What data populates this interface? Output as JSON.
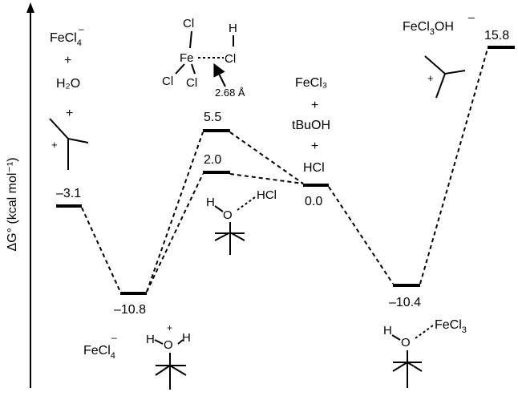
{
  "axis": {
    "label": "ΔG° (kcal mol⁻¹)"
  },
  "levels": [
    {
      "id": "reactants",
      "value": "–3.1"
    },
    {
      "id": "ion-pair-low",
      "value": "–10.8"
    },
    {
      "id": "ts-fe-cl",
      "value": "5.5"
    },
    {
      "id": "ts-hbond",
      "value": "2.0"
    },
    {
      "id": "neutral",
      "value": "0.0"
    },
    {
      "id": "fe-complex",
      "value": "–10.4"
    },
    {
      "id": "products",
      "value": "15.8"
    }
  ],
  "labels": {
    "fecl4": "FeCl",
    "fecl4_sub": "4",
    "fecl4_sup": "–",
    "plus": "+",
    "h2o": "H₂O",
    "cation_charge": "+",
    "cl": "Cl",
    "h": "H",
    "fe": "Fe",
    "distance": "2.68 Å",
    "fecl3_line": "FeCl₃",
    "tbuoh": "tBuOH",
    "hcl": "HCl",
    "o": "O",
    "fecl3": "FeCl",
    "fecl3_sub": "3",
    "fecl3oh": "FeCl",
    "fecl3oh_sub": "3",
    "fecl3oh_oh": "OH",
    "fecl3oh_sup": "–"
  }
}
